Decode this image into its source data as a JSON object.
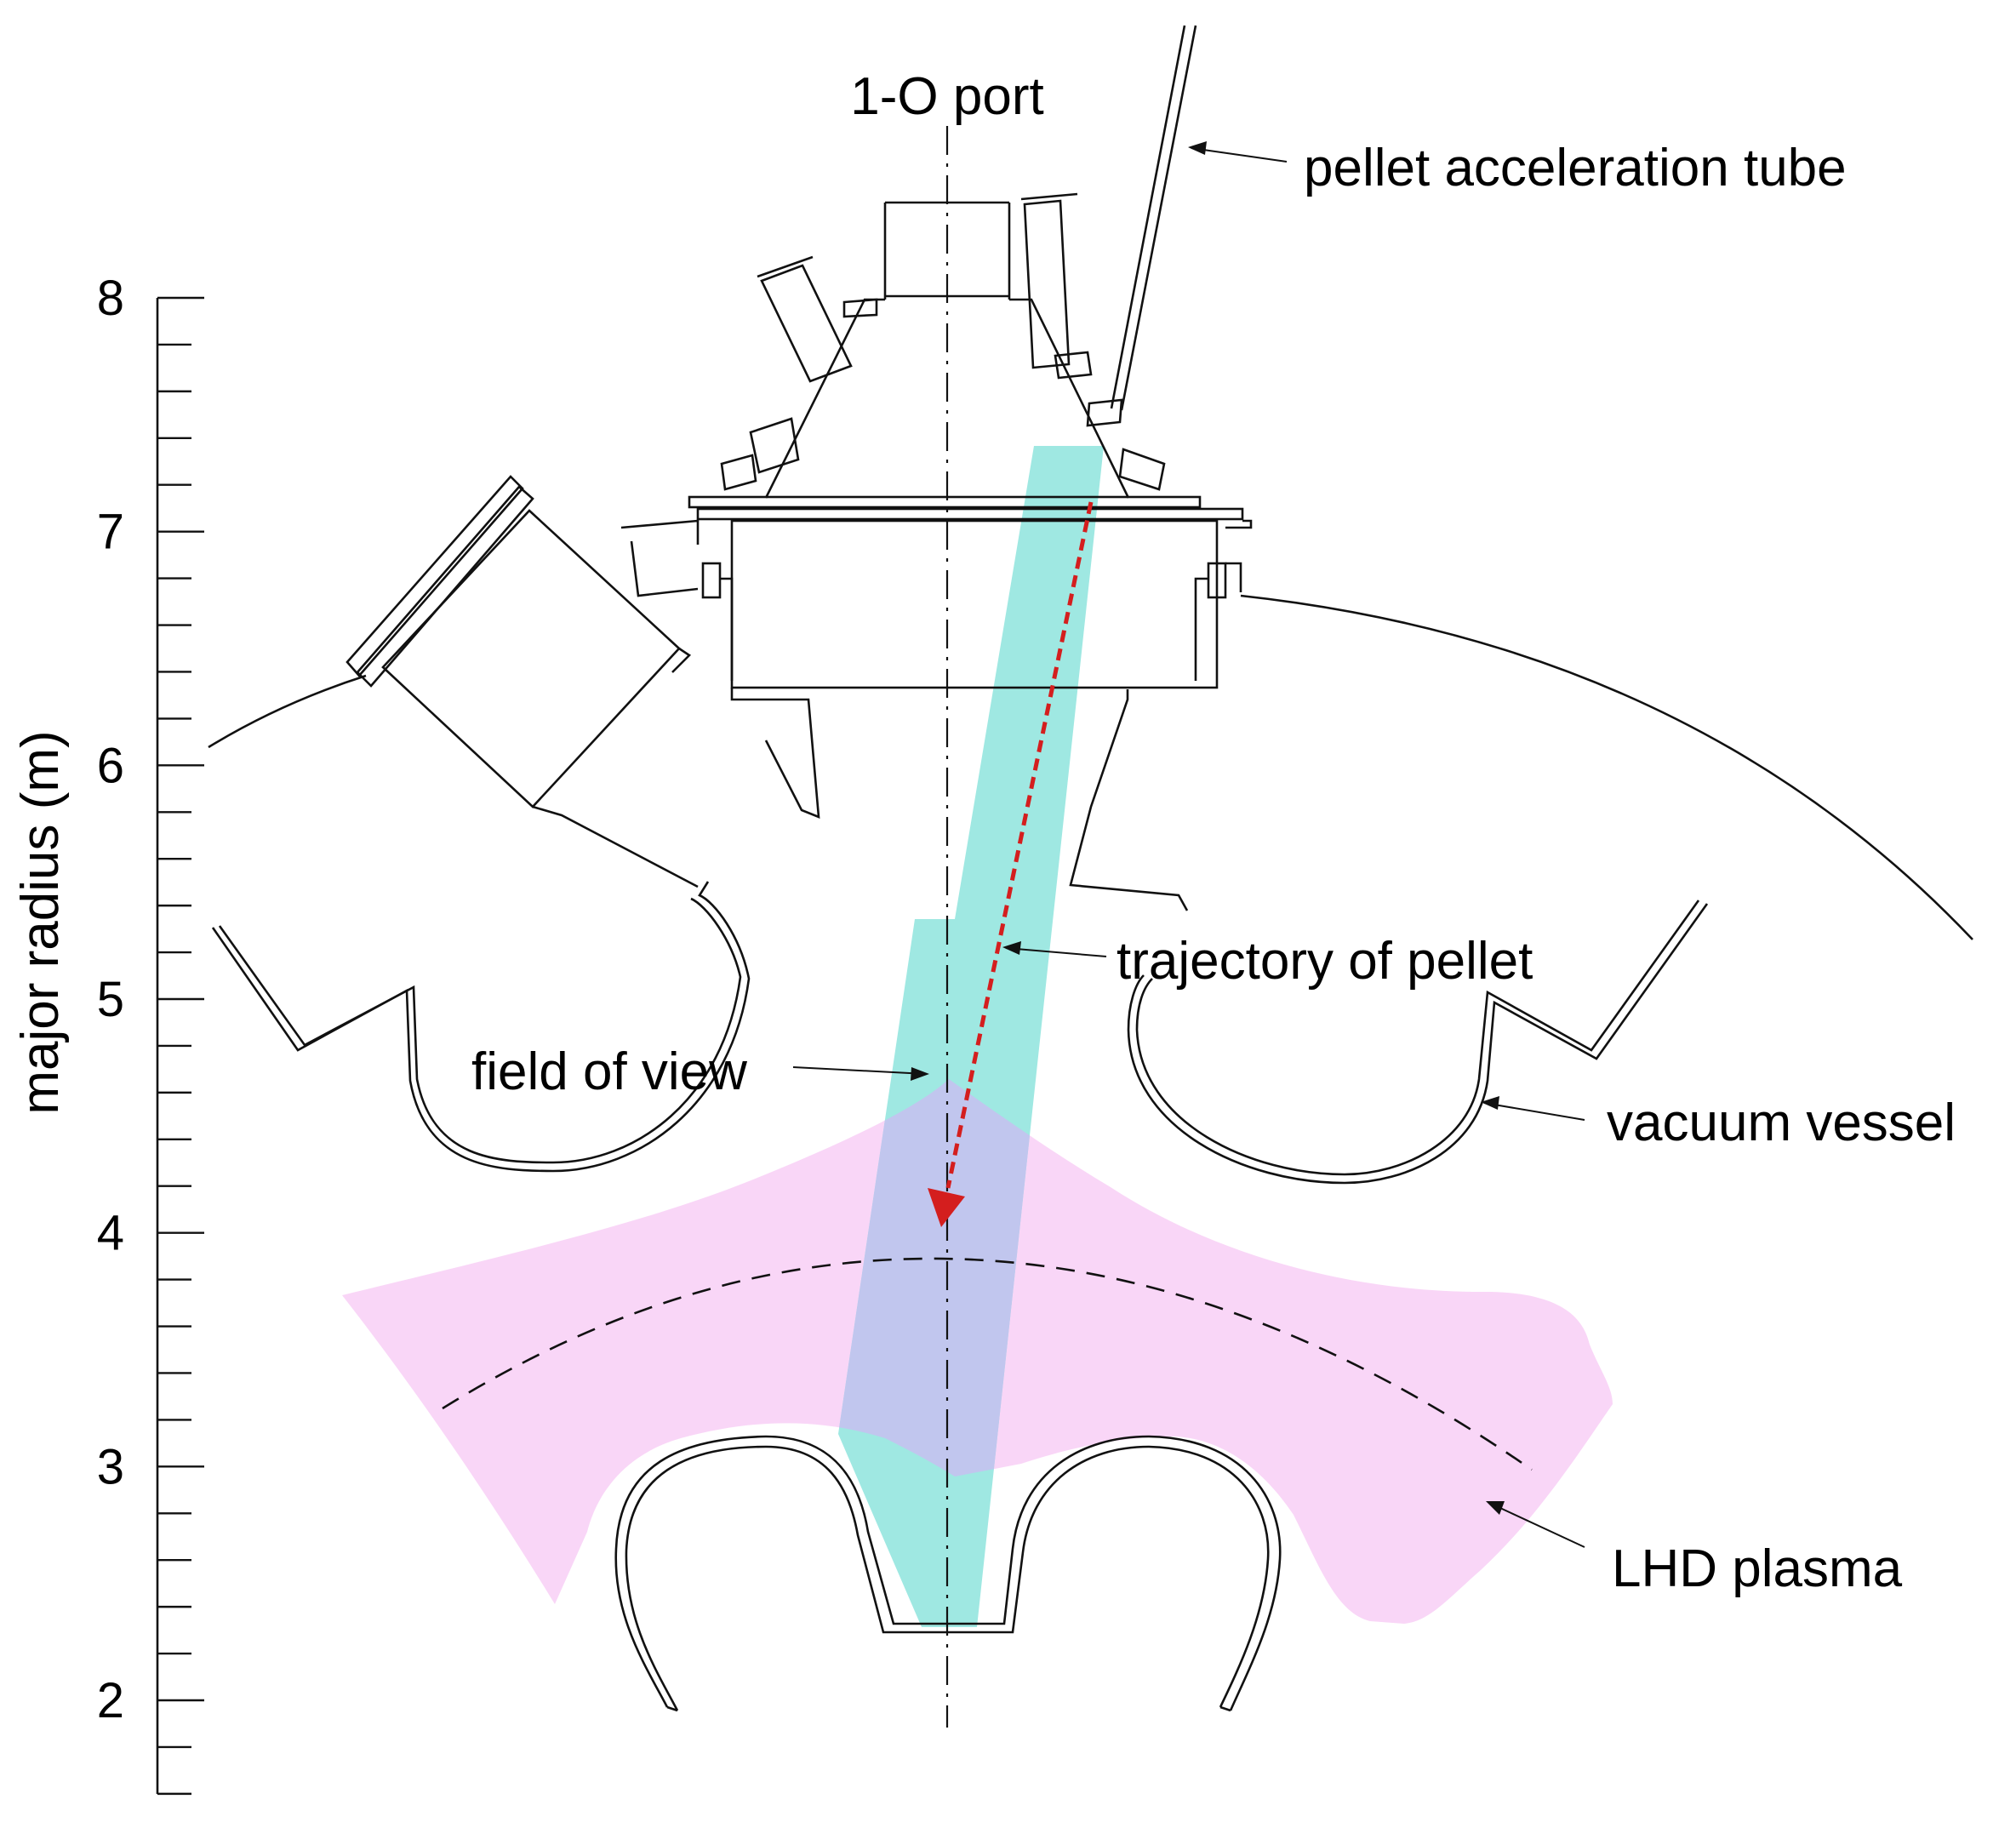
{
  "labels": {
    "port": "1-O port",
    "tube": "pellet acceleration tube",
    "trajectory": "trajectory of pellet",
    "field_of_view": "field of view",
    "vacuum_vessel": "vacuum vessel",
    "plasma": "LHD plasma",
    "axis_title": "major radius (m)"
  },
  "axis": {
    "ticks": [
      "2",
      "3",
      "4",
      "5",
      "6",
      "7",
      "8"
    ],
    "min_value": 1.6,
    "max_value": 8,
    "minor_step": 0.2
  },
  "colors": {
    "plasma": "#f9d6f7",
    "field_of_view": "#9fe8e2",
    "overlap": "#c1c6ee",
    "trajectory": "#d41e1e",
    "line": "#111111"
  }
}
